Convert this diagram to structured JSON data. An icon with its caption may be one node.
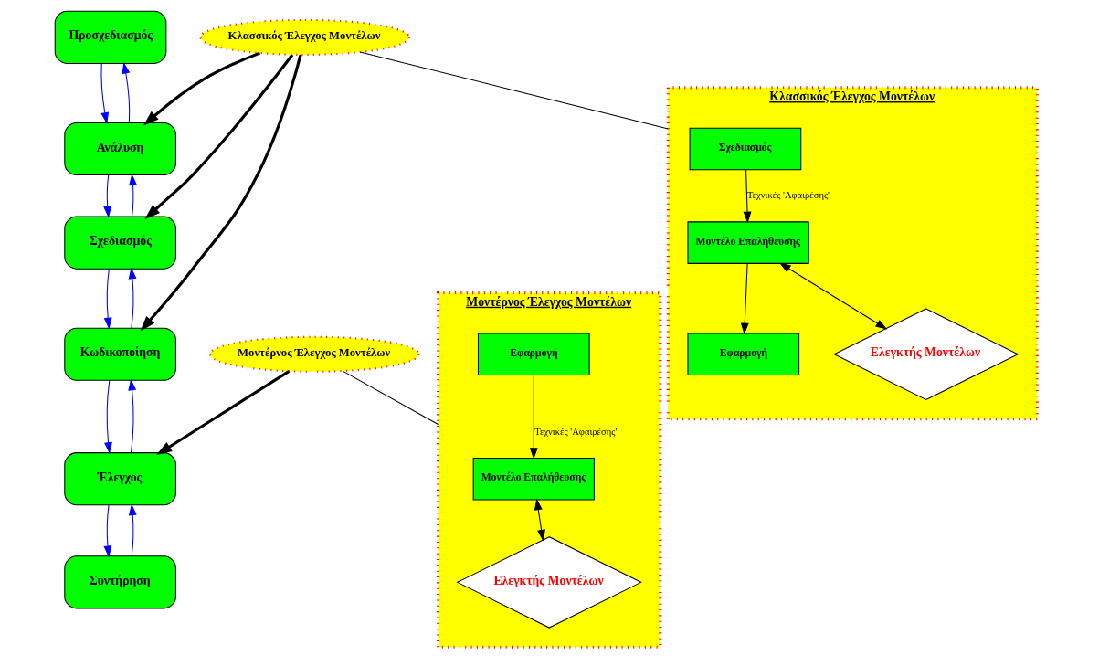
{
  "diagram": {
    "nodes": [
      {
        "text": [
          "Προσχεδιασμός"
        ]
      },
      {
        "text": [
          "Ανάλυση"
        ]
      },
      {
        "text": [
          "Σχεδιασμός"
        ]
      },
      {
        "text": [
          "Κωδικοποίηση"
        ]
      },
      {
        "text": [
          "Έλεγχος"
        ]
      },
      {
        "text": [
          "Συντήρηση"
        ]
      },
      {
        "text": [
          "Κλασσικός Έλεγχος Μοντέλων"
        ]
      },
      {
        "text": [
          "Μοντέρνος Έλεγχος Μοντέλων"
        ]
      },
      {
        "text": [
          "Κλασσικός Έλεγχος Μοντέλων"
        ]
      },
      {
        "text": [
          "Σχεδιασμός"
        ],
        "in": 8
      },
      {
        "text": [
          "Μοντέλο Επαλήθευσης"
        ],
        "in": 8
      },
      {
        "text": [
          "Εφαρμογή"
        ],
        "in": 8
      },
      {
        "text": [
          "Ελεγκτής Μοντέλων"
        ],
        "in": 8
      },
      {
        "text": [
          "Μοντέρνος Έλεγχος Μοντέλων"
        ]
      },
      {
        "text": [
          "Μοντέλο Επαλήθευσης"
        ],
        "in": 13
      },
      {
        "text": [
          "Ελεγκτής Μοντέλων"
        ],
        "in": 13
      },
      {
        "text": [
          "Εφαρμογή"
        ],
        "in": 13
      }
    ],
    "edges": [
      {
        "from": 0,
        "to": 1,
        "arrow": "to",
        "color": "#0000ff"
      },
      {
        "from": 1,
        "to": 0,
        "arrow": "to",
        "color": "#0000ff"
      },
      {
        "from": 1,
        "to": 2,
        "arrow": "to",
        "color": "#0000ff"
      },
      {
        "from": 2,
        "to": 1,
        "arrow": "to",
        "color": "#0000ff"
      },
      {
        "from": 2,
        "to": 3,
        "arrow": "to",
        "color": "#0000ff"
      },
      {
        "from": 3,
        "to": 2,
        "arrow": "to",
        "color": "#0000ff"
      },
      {
        "from": 3,
        "to": 4,
        "arrow": "to",
        "color": "#0000ff"
      },
      {
        "from": 4,
        "to": 3,
        "arrow": "to",
        "color": "#0000ff"
      },
      {
        "from": 4,
        "to": 5,
        "arrow": "to",
        "color": "#0000ff"
      },
      {
        "from": 5,
        "to": 4,
        "arrow": "to",
        "color": "#0000ff"
      },
      {
        "from": 6,
        "to": 1,
        "arrow": "to",
        "style": "thick"
      },
      {
        "from": 6,
        "to": 2,
        "arrow": "to",
        "style": "thick"
      },
      {
        "from": 6,
        "to": 3,
        "arrow": "to",
        "style": "thick"
      },
      {
        "from": 7,
        "to": 4,
        "arrow": "to",
        "style": "thick"
      },
      {
        "from": 6,
        "to": 8,
        "arrow": "none"
      },
      {
        "from": 7,
        "to": 13,
        "arrow": "none"
      },
      {
        "from": 9,
        "to": 10,
        "arrow": "to",
        "label": "Τεχνικές 'Αφαιρέσης'"
      },
      {
        "from": 10,
        "to": 12,
        "arrow": "both"
      },
      {
        "from": 10,
        "to": 11,
        "arrow": "to"
      },
      {
        "from": 16,
        "to": 14,
        "arrow": "to",
        "label": "Τεχνικές 'Αφαιρέσης'"
      },
      {
        "from": 14,
        "to": 15,
        "arrow": "both"
      }
    ]
  }
}
